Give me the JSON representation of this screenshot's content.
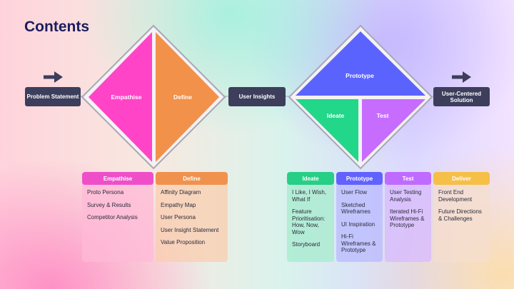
{
  "title": "Contents",
  "flow": {
    "start": "Problem Statement",
    "middle": "User Insights",
    "end": "User-Centered Solution"
  },
  "diamond1": {
    "left_label": "Empathise",
    "right_label": "Define",
    "left_color": "#ff44c8",
    "right_color": "#f2914a"
  },
  "diamond2": {
    "top_label": "Prototype",
    "left_label": "Ideate",
    "right_label": "Test",
    "top_color": "#5b63ff",
    "left_color": "#22d68a",
    "right_color": "#c66cff"
  },
  "columns": [
    {
      "header": "Empathise",
      "header_color": "#ee4fc8",
      "body_color": "rgba(255,185,215,0.75)",
      "items": [
        "Proto Persona",
        "Survey & Results",
        "Competitor Analysis"
      ]
    },
    {
      "header": "Define",
      "header_color": "#f0924e",
      "body_color": "rgba(250,205,175,0.75)",
      "items": [
        "Affinity Diagram",
        "Empathy Map",
        "User Persona",
        "User Insight Statement",
        "Value Proposition"
      ]
    },
    {
      "header": "Ideate",
      "header_color": "#27cf86",
      "body_color": "rgba(165,235,205,0.75)",
      "items": [
        "I Like, I Wish, What If",
        "Feature Prioritisation: How, Now, Wow",
        "Storyboard"
      ]
    },
    {
      "header": "Prototype",
      "header_color": "#6162ff",
      "body_color": "rgba(185,185,255,0.75)",
      "items": [
        "User Flow",
        "Sketched Wireframes",
        "UI Inspiration",
        "Hi-Fi Wireframes & Prototype"
      ]
    },
    {
      "header": "Test",
      "header_color": "#c06bff",
      "body_color": "rgba(215,185,255,0.75)",
      "items": [
        "User Testing Analysis",
        "Iterated Hi-Fi Wireframes & Prototype"
      ]
    },
    {
      "header": "Deliver",
      "header_color": "#f5bf48",
      "body_color": "rgba(245,222,205,0.75)",
      "items": [
        "Front End Development",
        "Future Directions & Challenges"
      ]
    }
  ]
}
